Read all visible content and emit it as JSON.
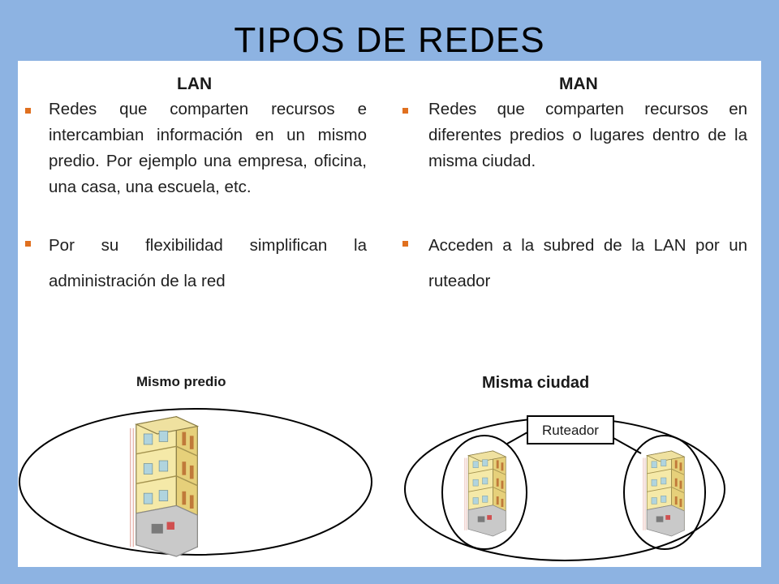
{
  "slide": {
    "title": "TIPOS DE REDES"
  },
  "lan": {
    "heading": "LAN",
    "bullets": [
      "Redes que comparten recursos e intercambian información en un mismo predio. Por ejemplo una empresa, oficina, una casa, una escuela, etc.",
      "Por su flexibilidad simplifican la administración de la red"
    ],
    "diagram_label": "Mismo predio"
  },
  "man": {
    "heading": "MAN",
    "bullets": [
      "Redes que comparten recursos en diferentes predios o lugares dentro de la misma ciudad.",
      "Acceden a la subred de la LAN por un ruteador"
    ],
    "diagram_label": "Misma ciudad",
    "router_label": "Ruteador"
  },
  "colors": {
    "background": "#8db3e2",
    "bullet": "#e0701f",
    "building": "#f5e9a8"
  },
  "icons": {
    "bullet": "square-bullet-icon",
    "building": "building-icon"
  }
}
